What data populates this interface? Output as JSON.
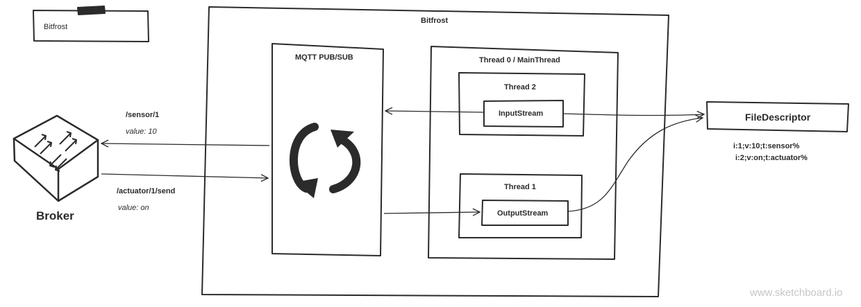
{
  "legend": {
    "label": "Bitfrost"
  },
  "bitfrost": {
    "title": "Bitfrost"
  },
  "mqtt": {
    "title": "MQTT PUB/SUB",
    "icon": "sync-icon"
  },
  "main_thread": {
    "title": "Thread 0 / MainThread"
  },
  "thread2": {
    "title": "Thread 2",
    "stream": "InputStream"
  },
  "thread1": {
    "title": "Thread 1",
    "stream": "OutputStream"
  },
  "broker": {
    "label": "Broker",
    "icon": "network-switch-icon"
  },
  "topics": {
    "sensor": {
      "topic": "/sensor/1",
      "value": "value: 10"
    },
    "actuator": {
      "topic": "/actuator/1/send",
      "value": "value: on"
    }
  },
  "file_descriptor": {
    "label": "FileDescriptor",
    "lines": [
      "i:1;v:10;t:sensor%",
      "i:2;v:on;t:actuator%"
    ]
  },
  "watermark": "www.sketchboard.io",
  "colors": {
    "stroke": "#2b2b2b",
    "watermark": "#c6c6c6"
  }
}
